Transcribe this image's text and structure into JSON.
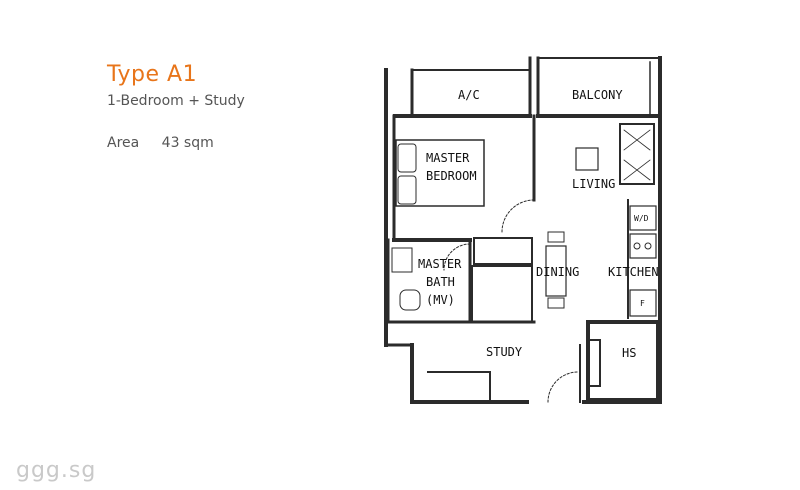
{
  "header": {
    "title": "Type A1",
    "subtitle": "1-Bedroom + Study",
    "area_label": "Area",
    "area_value": "43 sqm"
  },
  "plan": {
    "rooms": {
      "ac": "A/C",
      "balcony": "BALCONY",
      "master_bedroom_1": "MASTER",
      "master_bedroom_2": "BEDROOM",
      "living": "LIVING",
      "master_bath_1": "MASTER",
      "master_bath_2": "BATH",
      "master_bath_3": "(MV)",
      "dining": "DINING",
      "kitchen": "KITCHEN",
      "study": "STUDY",
      "hs": "HS"
    },
    "fixtures": {
      "wd": "W/D",
      "fridge": "F"
    }
  },
  "watermark": "ggg.sg",
  "colors": {
    "title": "#e8751a",
    "wall": "#2b2b2b",
    "watermark": "#c9c9c9"
  }
}
